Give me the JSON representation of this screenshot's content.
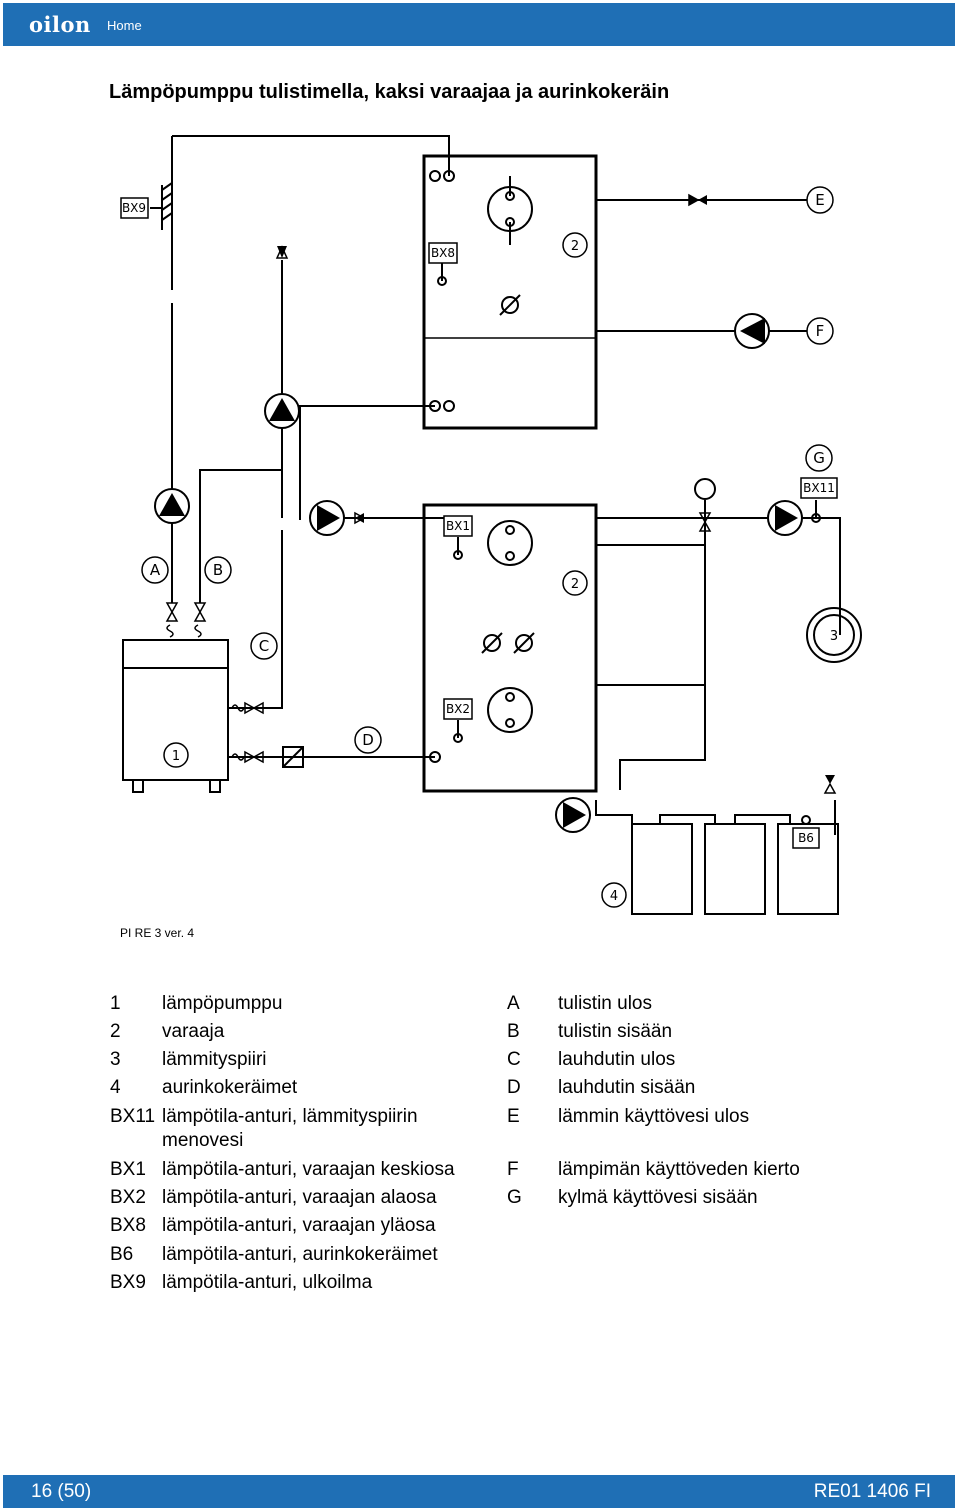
{
  "header": {
    "brand": "oilon",
    "brand_sub": "Home",
    "color": "#1f6fb5"
  },
  "title": "Lämpöpumppu tulistimella, kaksi varaajaa ja aurinkokeräin",
  "diagram": {
    "sensor_labels": {
      "bx9": "BX9",
      "bx8": "BX8",
      "bx1": "BX1",
      "bx2": "BX2",
      "bx11": "BX11",
      "b6": "B6"
    },
    "marker_labels": {
      "e": "E",
      "f": "F",
      "g": "G",
      "a": "A",
      "b": "B",
      "c": "C",
      "d": "D",
      "tank1": "2",
      "tank2": "2",
      "heating": "3",
      "pump_unit": "1",
      "collectors": "4"
    },
    "version": "PI RE 3 ver. 4"
  },
  "legend": {
    "left": [
      {
        "code": "1",
        "text": "lämpöpumppu"
      },
      {
        "code": "2",
        "text": "varaaja"
      },
      {
        "code": "3",
        "text": "lämmityspiiri"
      },
      {
        "code": "4",
        "text": "aurinkokeräimet"
      },
      {
        "code": "BX11",
        "text": "lämpötila-anturi, lämmityspiirin",
        "text2": "menovesi"
      },
      {
        "code": "BX1",
        "text": "lämpötila-anturi, varaajan keskiosa"
      },
      {
        "code": "BX2",
        "text": "lämpötila-anturi, varaajan alaosa"
      },
      {
        "code": "BX8",
        "text": "lämpötila-anturi, varaajan yläosa"
      },
      {
        "code": "B6",
        "text": "lämpötila-anturi, aurinkokeräimet"
      },
      {
        "code": "BX9",
        "text": "lämpötila-anturi, ulkoilma"
      }
    ],
    "right": [
      {
        "code": "A",
        "text": "tulistin ulos"
      },
      {
        "code": "B",
        "text": "tulistin sisään"
      },
      {
        "code": "C",
        "text": "lauhdutin ulos"
      },
      {
        "code": "D",
        "text": "lauhdutin sisään"
      },
      {
        "code": "E",
        "text": "lämmin käyttövesi ulos"
      },
      {
        "code": "F",
        "text": "lämpimän käyttöveden kierto"
      },
      {
        "code": "G",
        "text": "kylmä käyttövesi sisään"
      }
    ]
  },
  "footer": {
    "page": "16 (50)",
    "doc_code": "RE01 1406 FI"
  }
}
